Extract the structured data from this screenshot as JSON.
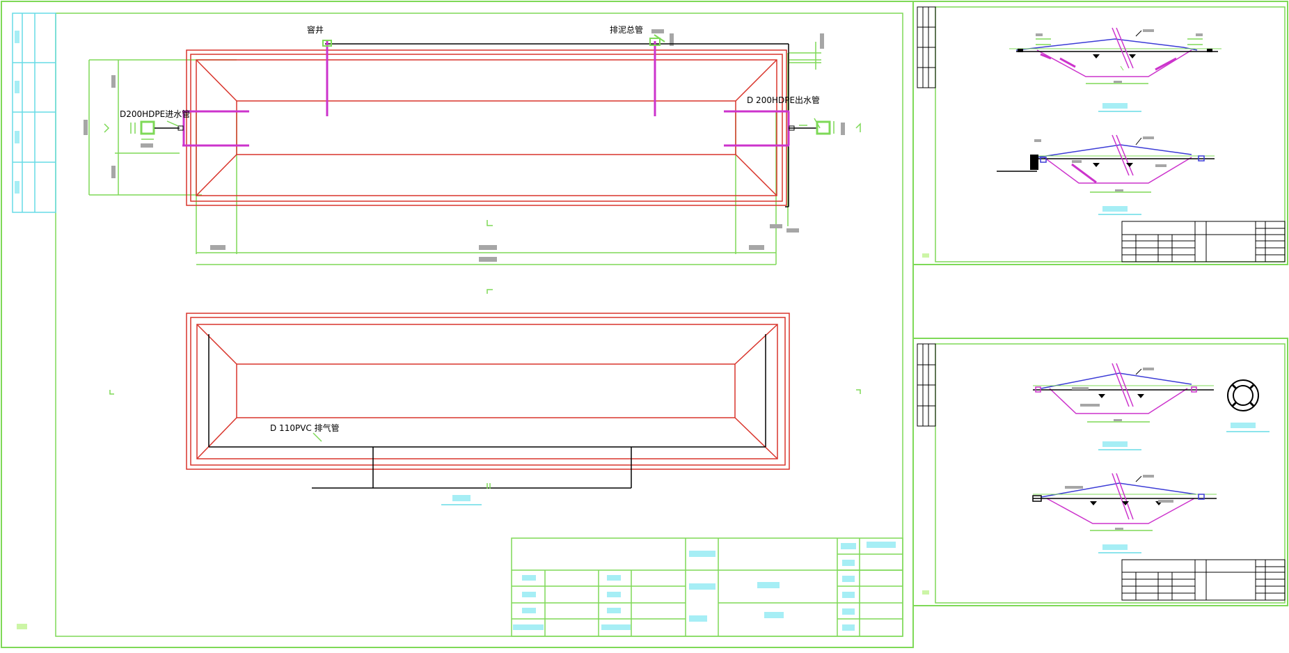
{
  "labels": {
    "inspection_well": "窨井",
    "sludge_main_pipe": "排泥总管",
    "inlet_pipe": "D200HDPE进水管",
    "outlet_pipe": "D  200HDPE出水管",
    "vent_pipe": "D 110PVC  排气管"
  },
  "colors": {
    "frame": "#7ed957",
    "title_grid": "#66dbe6",
    "pond": "#d9342b",
    "pipe": "#cc33cc",
    "liner": "#3b3bd6",
    "ink": "#000000",
    "placeholder_gray": "#a6a6a6",
    "placeholder_cyan": "#a6eef5"
  }
}
